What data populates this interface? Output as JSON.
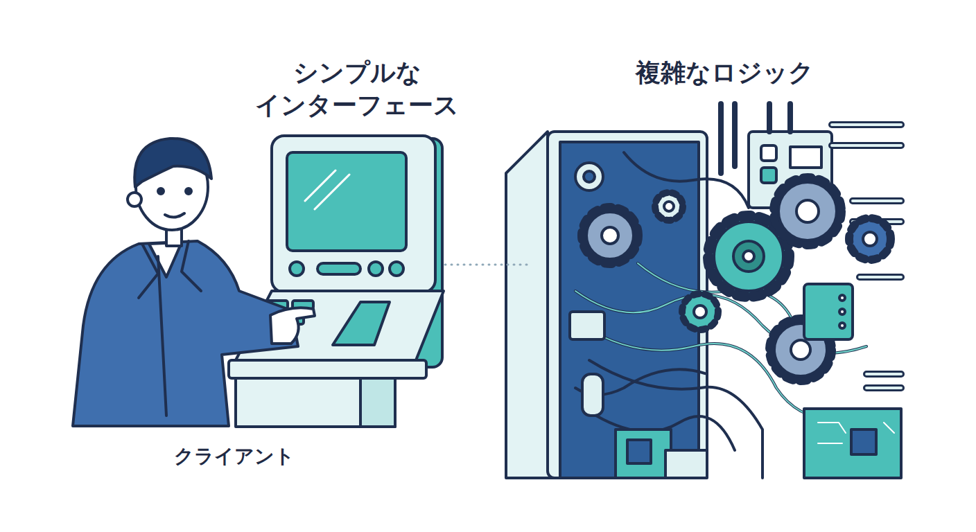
{
  "diagram": {
    "nodes": [
      {
        "text": [
          "シンプルな インターフェース"
        ]
      },
      {
        "text": [
          "複雑なロジック"
        ]
      }
    ],
    "edges": [
      {
        "from": 0,
        "to": 1,
        "arrow": "none"
      }
    ],
    "labels": [
      "クライアント"
    ]
  }
}
